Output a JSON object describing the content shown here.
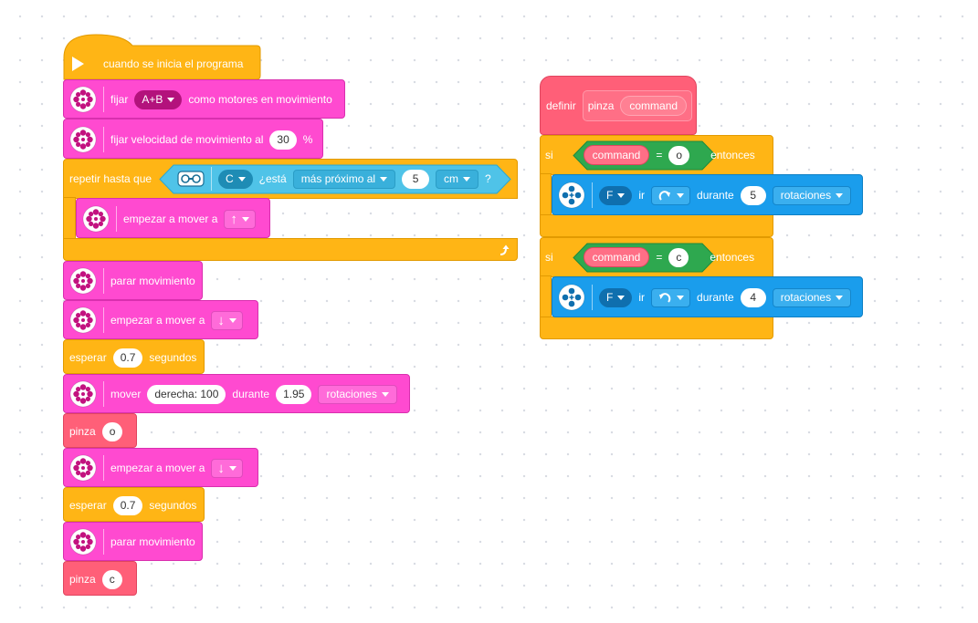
{
  "main_stack": {
    "start": "cuando se inicia el programa",
    "set_motors": {
      "prefix": "fijar",
      "motors": "A+B",
      "suffix": "como motores en movimiento"
    },
    "set_speed": {
      "label": "fijar velocidad de movimiento al",
      "value": "30",
      "unit": "%"
    },
    "repeat": {
      "label": "repetir hasta que",
      "port": "C",
      "question": "¿está",
      "comparison": "más próximo al",
      "value": "5",
      "unit": "cm",
      "end": "?"
    },
    "start_move_1": {
      "label": "empezar a mover a",
      "direction": "up"
    },
    "stop_1": "parar movimiento",
    "start_move_2": {
      "label": "empezar a mover a",
      "direction": "down"
    },
    "wait_1": {
      "label": "esperar",
      "value": "0.7",
      "unit": "segundos"
    },
    "move": {
      "label": "mover",
      "steering": "derecha: 100",
      "during": "durante",
      "value": "1.95",
      "unit": "rotaciones"
    },
    "pinza_1": {
      "label": "pinza",
      "value": "o"
    },
    "start_move_3": {
      "label": "empezar a mover a",
      "direction": "down"
    },
    "wait_2": {
      "label": "esperar",
      "value": "0.7",
      "unit": "segundos"
    },
    "stop_2": "parar movimiento",
    "pinza_2": {
      "label": "pinza",
      "value": "c"
    }
  },
  "define_stack": {
    "define": {
      "label": "definir",
      "name": "pinza",
      "param": "command"
    },
    "if_1": {
      "si": "si",
      "param": "command",
      "eq": "=",
      "value": "o",
      "then": "entonces",
      "motor": {
        "port": "F",
        "go": "ir",
        "direction_icon": "clockwise-icon",
        "during": "durante",
        "value": "5",
        "unit": "rotaciones"
      }
    },
    "if_2": {
      "si": "si",
      "param": "command",
      "eq": "=",
      "value": "c",
      "then": "entonces",
      "motor": {
        "port": "F",
        "go": "ir",
        "direction_icon": "counterclockwise-icon",
        "during": "durante",
        "value": "4",
        "unit": "rotaciones"
      }
    }
  },
  "colors": {
    "events": "#ffb515",
    "movement": "#ff4ad0",
    "myblocks": "#ff5f78",
    "motors": "#1a9dec",
    "operators": "#2ea84f",
    "sensors": "#4fc3e8"
  }
}
